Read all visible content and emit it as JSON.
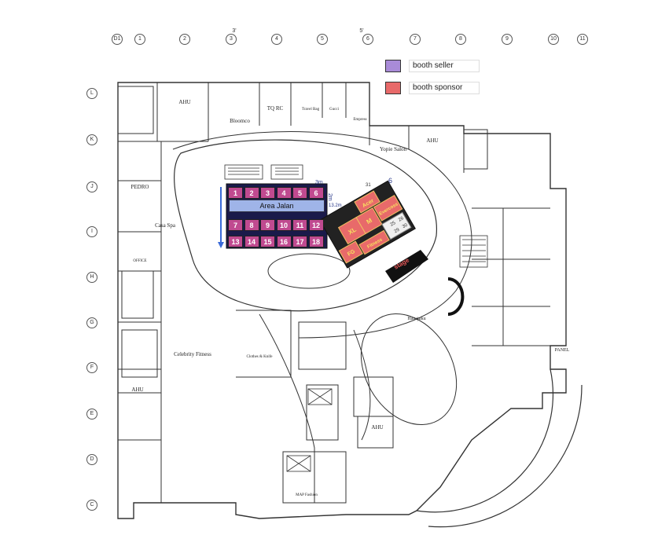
{
  "column_markers": [
    "D1",
    "1",
    "2",
    "3",
    "3'",
    "4",
    "5",
    "5'",
    "6",
    "7",
    "8",
    "9",
    "10",
    "11"
  ],
  "row_markers": [
    "L",
    "K",
    "J",
    "I",
    "H",
    "G",
    "F",
    "E",
    "D",
    "C"
  ],
  "legend": {
    "seller": {
      "label": "booth seller",
      "color": "#a98bd8"
    },
    "sponsor": {
      "label": "booth sponsor",
      "color": "#e86a6a"
    }
  },
  "booths_top": [
    "1",
    "2",
    "3",
    "4",
    "5",
    "6"
  ],
  "booths_mid": [
    "7",
    "8",
    "9",
    "10",
    "11",
    "12"
  ],
  "booths_bot": [
    "13",
    "14",
    "15",
    "16",
    "17",
    "18"
  ],
  "area_jalan": "Area Jalan",
  "dims": {
    "w": "3m",
    "h": "2m",
    "walk": "13.2m",
    "six": "6"
  },
  "sponsors": [
    "Acer",
    "XL",
    "M",
    "Evercoss",
    "FG",
    "Fitness"
  ],
  "stage": "stage",
  "small_numbers": [
    "25",
    "26",
    "29",
    "30",
    "31"
  ],
  "rooms": {
    "ahu_top": "AHU",
    "pedro": "PEDRO",
    "bloomco": "Bloomco",
    "tqrc": "TQ RC",
    "travel": "Travel Bag",
    "gucci": "Gucci",
    "empress": "Empress",
    "yopie": "Yopie Salon",
    "ahu_right": "AHU",
    "cosa": "Casa Spa",
    "celebrity": "Celebrity Fitness",
    "office": "OFFICE",
    "clothes": "Clothes & Knife",
    "hanajuku": "Hanajuku",
    "ahu_left": "AHU",
    "ahu_mid": "AHU",
    "map": "MAP Fashion",
    "panel": "PANEL"
  },
  "icons": [
    "escalator-icon",
    "stairs-icon",
    "elevator-icon"
  ]
}
